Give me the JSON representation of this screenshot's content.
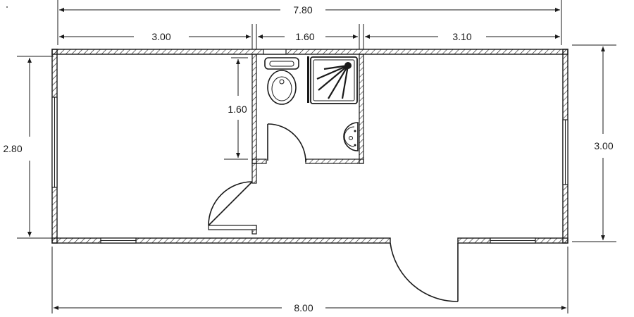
{
  "dimensions": {
    "overall_top": "7.80",
    "left_room_width": "3.00",
    "bath_width": "1.60",
    "right_room_width": "3.10",
    "overall_bottom": "8.00",
    "left_height": "2.80",
    "right_height": "3.00",
    "bath_depth": "1.60"
  },
  "fixtures": {
    "toilet": "toilet-icon",
    "shower": "shower-icon",
    "sink": "sink-icon"
  }
}
